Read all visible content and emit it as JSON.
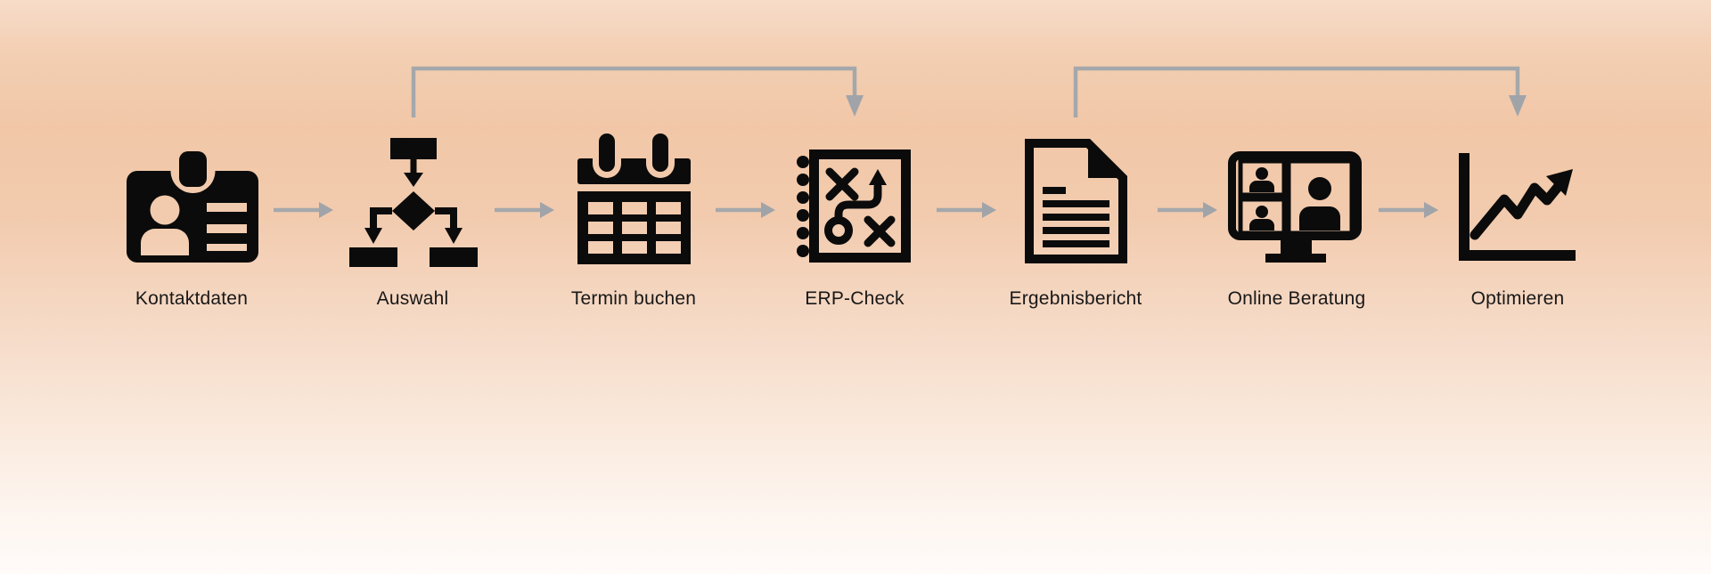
{
  "diagram": {
    "title": "",
    "icon_color": "#0b0b0b",
    "arrow_color": "#a5a8ab",
    "background_accent_color": "#f1c7a7",
    "steps": [
      {
        "label": "Kontaktdaten",
        "icon": "id-badge-icon"
      },
      {
        "label": "Auswahl",
        "icon": "flowchart-icon"
      },
      {
        "label": "Termin buchen",
        "icon": "calendar-icon"
      },
      {
        "label": "ERP-Check",
        "icon": "strategy-book-icon"
      },
      {
        "label": "Ergebnisbericht",
        "icon": "document-report-icon"
      },
      {
        "label": "Online Beratung",
        "icon": "video-call-icon"
      },
      {
        "label": "Optimieren",
        "icon": "rising-chart-icon"
      }
    ],
    "skip_connectors": [
      {
        "from": "Auswahl",
        "to": "ERP-Check"
      },
      {
        "from": "Ergebnisbericht",
        "to": "Optimieren"
      }
    ]
  }
}
